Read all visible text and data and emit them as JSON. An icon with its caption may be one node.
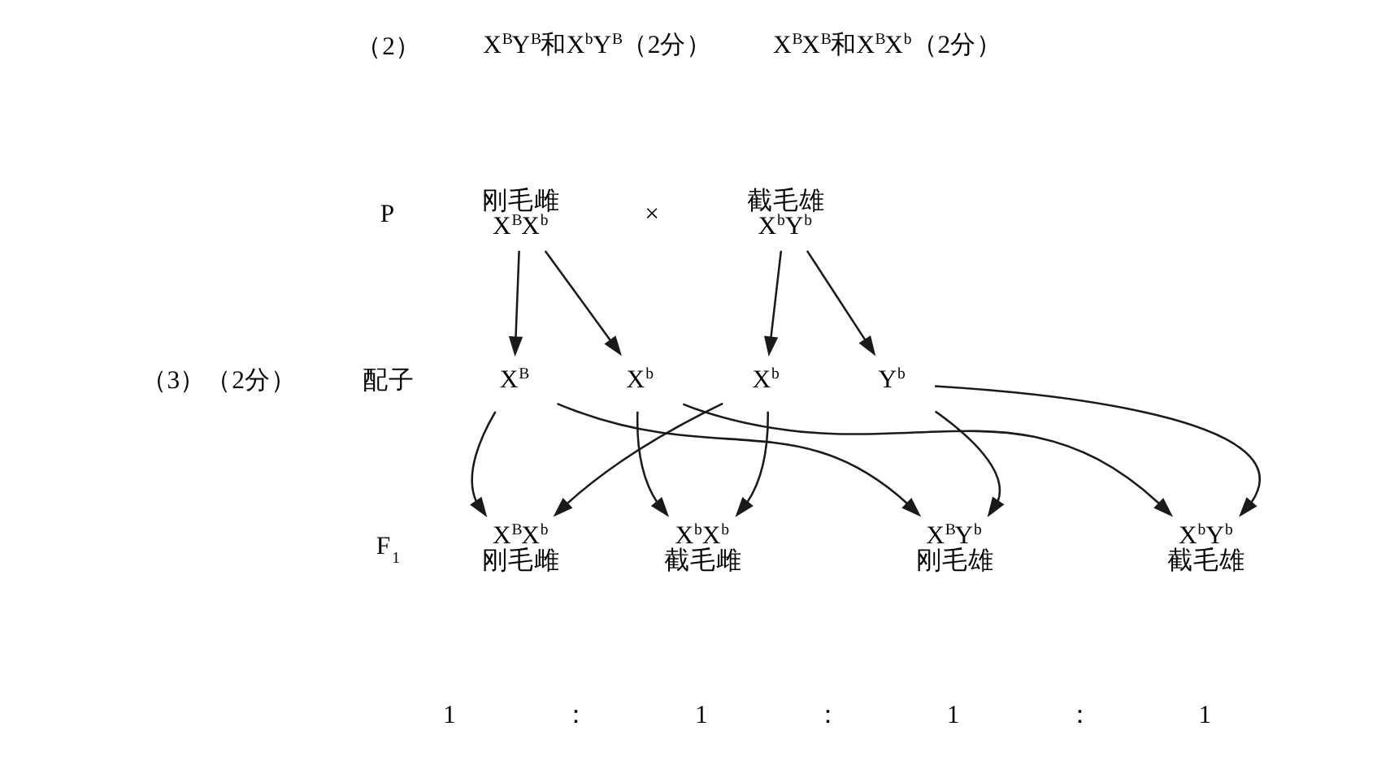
{
  "diagram": {
    "nodes": [
      {
        "text": [
          "刚毛雌",
          "X$^{B}$X$^{b}$"
        ]
      },
      {
        "text": [
          "截毛雄",
          "X$^{b}$Y$^{b}$"
        ]
      },
      {
        "text": [
          "X$^{B}$"
        ]
      },
      {
        "text": [
          "X$^{b}$"
        ]
      },
      {
        "text": [
          "X$^{b}$"
        ]
      },
      {
        "text": [
          "Y$^{b}$"
        ]
      },
      {
        "text": [
          "X$^{B}$X$^{b}$",
          "刚毛雌"
        ]
      },
      {
        "text": [
          "X$^{b}$X$^{b}$",
          "截毛雌"
        ]
      },
      {
        "text": [
          "X$^{B}$Y$^{b}$",
          "刚毛雄"
        ]
      },
      {
        "text": [
          "X$^{b}$Y$^{b}$",
          "截毛雄"
        ]
      }
    ],
    "edges": [
      {
        "from": 0,
        "to": 2,
        "arrow": "to"
      },
      {
        "from": 0,
        "to": 3,
        "arrow": "to"
      },
      {
        "from": 1,
        "to": 4,
        "arrow": "to"
      },
      {
        "from": 1,
        "to": 5,
        "arrow": "to"
      },
      {
        "from": 2,
        "to": 6,
        "arrow": "to"
      },
      {
        "from": 2,
        "to": 8,
        "arrow": "to"
      },
      {
        "from": 3,
        "to": 7,
        "arrow": "to"
      },
      {
        "from": 3,
        "to": 9,
        "arrow": "to"
      },
      {
        "from": 4,
        "to": 6,
        "arrow": "to"
      },
      {
        "from": 4,
        "to": 7,
        "arrow": "to"
      },
      {
        "from": 5,
        "to": 8,
        "arrow": "to"
      },
      {
        "from": 5,
        "to": 9,
        "arrow": "to"
      }
    ],
    "labels": [
      "（2）",
      "X$^{B}$Y$^{B}$和X$^{b}$Y$^{B}$（2分）",
      "X$^{B}$X$^{B}$和X$^{B}$X$^{b}$（2分）",
      "P",
      "×",
      "（3）（2分）",
      "配子",
      "F$_{1}$",
      "1",
      "：",
      "1",
      "：",
      "1",
      "：",
      "1"
    ]
  }
}
